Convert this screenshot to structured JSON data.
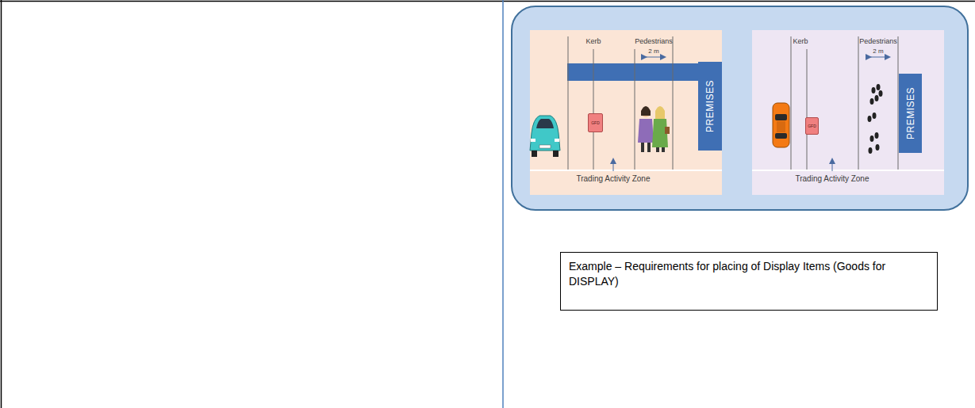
{
  "diagram": {
    "caption": "Example – Requirements for placing of Display Items (Goods for DISPLAY)",
    "nodes": [
      {
        "text": [
          "GFD"
        ]
      },
      {
        "text": [
          "PREMISES"
        ]
      },
      {
        "text": [
          "GFD"
        ]
      },
      {
        "text": [
          "PREMISES"
        ]
      },
      {
        "text": [
          "Example – Requirements for placing of Display Items (Goods for DISPLAY)"
        ]
      }
    ],
    "labels": [
      "Kerb",
      "Pedestrians",
      "2 m",
      "Trading Activity Zone",
      "Kerb",
      "Pedestrians",
      "2 m",
      "Trading Activity Zone"
    ]
  }
}
